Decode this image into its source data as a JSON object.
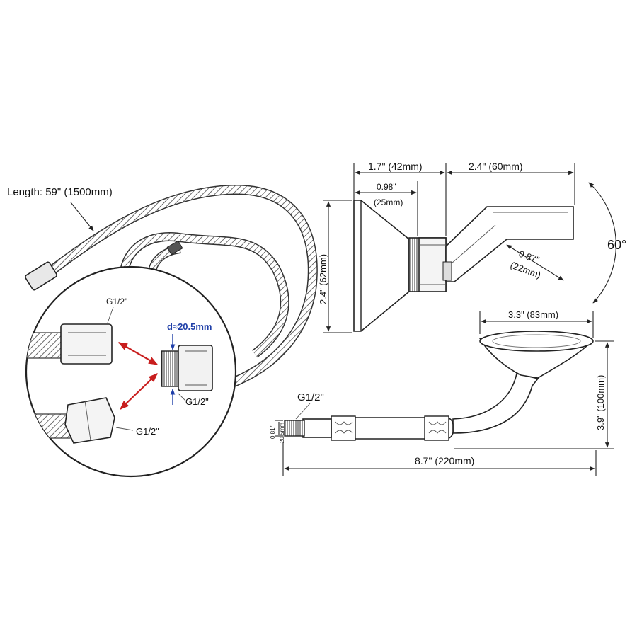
{
  "colors": {
    "ink": "#111111",
    "arrow_red": "#c81e1e",
    "arrow_blue": "#1f3fa8",
    "label_blue": "#1f3fa8"
  },
  "hose": {
    "length_label": "Length: 59\" (1500mm)"
  },
  "inset": {
    "top_nut_label": "G1/2\"",
    "diameter_label": "d≈20.5mm",
    "connector_label": "G1/2\"",
    "bottom_nut_label": "G1/2\""
  },
  "holder": {
    "base_width_label": "1.7\" (42mm)",
    "arm_length_label": "2.4\" (60mm)",
    "inner_width_label_1": "0.98\"",
    "inner_width_label_2": "(25mm)",
    "height_label": "2.4\" (62mm)",
    "arm_end_label_1": "0.87\"",
    "arm_end_label_2": "(22mm)",
    "angle_label": "60°"
  },
  "handshower": {
    "head_width_label": "3.3\" (83mm)",
    "height_label": "3.9\" (100mm)",
    "thread_label": "G1/2\"",
    "inlet_label_1": "0.81\"",
    "inlet_label_2": "20.5mm",
    "total_length_label": "8.7\" (220mm)"
  }
}
